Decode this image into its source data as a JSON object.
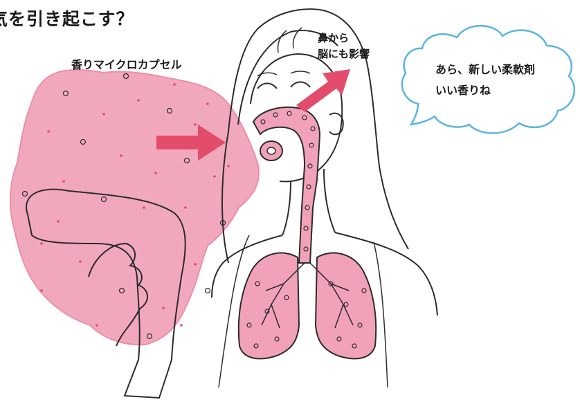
{
  "title": "気を引き起こす？",
  "labels": {
    "capsule": "香りマイクロカプセル",
    "nose_line1": "鼻から",
    "nose_line2": "脳にも影響"
  },
  "speech": {
    "line1": "あら、新しい柔軟剤",
    "line2": "いい香りね"
  },
  "colors": {
    "cloud": "#f2a8bc",
    "cloud_edge": "#ec8ea8",
    "dots": "#e4486c",
    "arrow": "#e34d6b",
    "airway": "#f2a2b8",
    "line": "#2b2b2b",
    "bubble_edge": "#5ab4e0"
  },
  "icons": {
    "arrow_in": "right-arrow-icon",
    "arrow_up": "up-right-arrow-icon",
    "bubble": "speech-bubble-icon"
  }
}
